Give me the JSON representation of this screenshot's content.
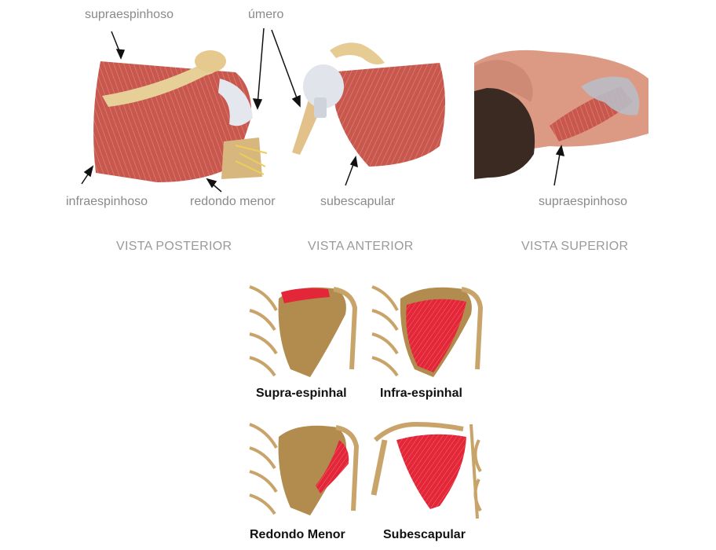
{
  "labels": {
    "posterior_supra": "supraespinhoso",
    "posterior_umero": "úmero",
    "posterior_infra": "infraespinhoso",
    "posterior_redondo": "redondo menor",
    "anterior_subescapular": "subescapular",
    "superior_supra": "supraespinhoso"
  },
  "views": {
    "posterior": "VISTA POSTERIOR",
    "anterior": "VISTA ANTERIOR",
    "superior": "VISTA SUPERIOR"
  },
  "captions": {
    "top_left": "Supra-espinhal",
    "top_right": "Infra-espinhal",
    "bottom_left": "Redondo Menor",
    "bottom_right": "Subescapular"
  },
  "colors": {
    "muscle": "#c8574e",
    "muscle_light": "#e0877a",
    "bone": "#c9a46a",
    "bone_dark": "#8c6a36",
    "tendon": "#dfe3ea",
    "highlight": "#e8273a",
    "hair": "#3a2a22",
    "skin": "#d99a86"
  }
}
